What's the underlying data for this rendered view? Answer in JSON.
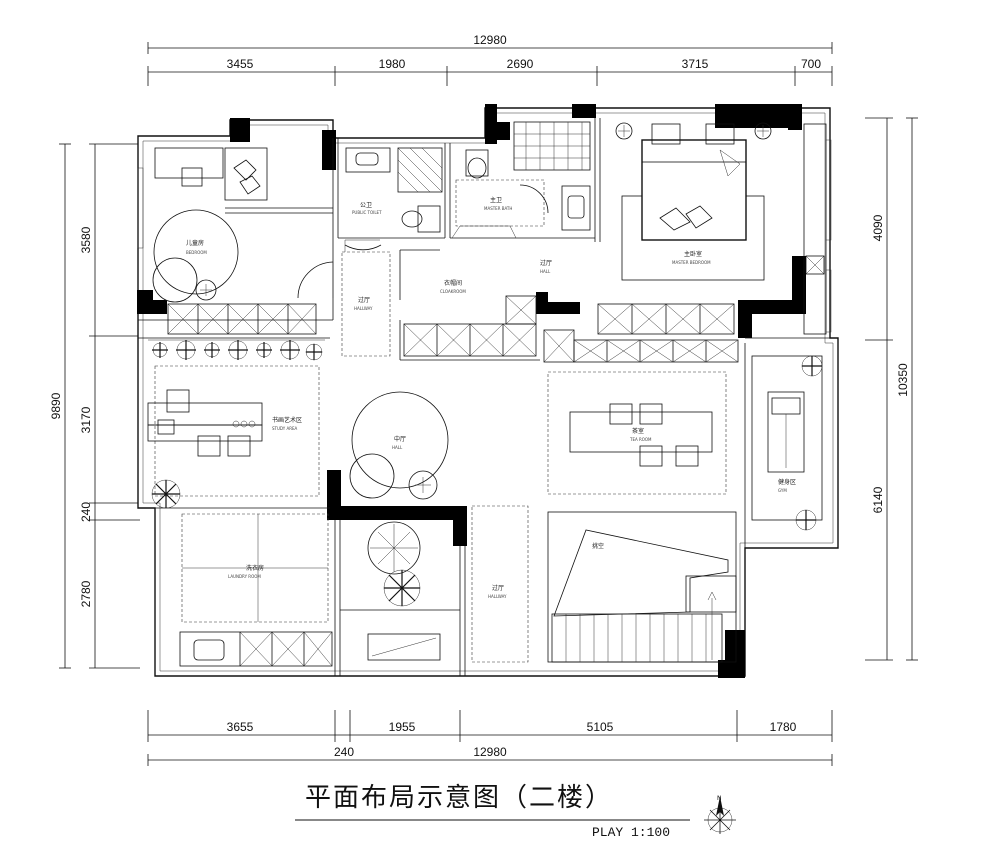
{
  "dimensions": {
    "top_total": "12980",
    "top_segments": [
      "3455",
      "1980",
      "2690",
      "3715",
      "700"
    ],
    "bottom_segments": [
      "3655",
      "1955",
      "5105",
      "1780"
    ],
    "bottom_extra": "240",
    "bottom_total": "12980",
    "left_total": "9890",
    "left_segments": [
      "3580",
      "3170",
      "240",
      "2780"
    ],
    "right_total": "10350",
    "right_segments": [
      "4090",
      "6140"
    ]
  },
  "rooms": {
    "kids_room": {
      "zh": "儿童房",
      "en": "BEDROOM"
    },
    "public_bath": {
      "zh": "公卫",
      "en": "PUBLIC TOILET"
    },
    "master_bath": {
      "zh": "主卫",
      "en": "MASTER BATH"
    },
    "master_bedroom": {
      "zh": "主卧室",
      "en": "MASTER BEDROOM"
    },
    "hall_1": {
      "zh": "过厅",
      "en": "HALL"
    },
    "hall_2": {
      "zh": "过厅",
      "en": "HALLWAY"
    },
    "hall_3": {
      "zh": "过厅",
      "en": "HALLWAY"
    },
    "cloakroom": {
      "zh": "衣帽间",
      "en": "CLOAKROOM"
    },
    "study": {
      "zh": "书画艺术区",
      "en": "STUDY AREA"
    },
    "middle_hall": {
      "zh": "中厅",
      "en": "HALL"
    },
    "tea": {
      "zh": "茶室",
      "en": "TEA ROOM"
    },
    "gym": {
      "zh": "健身区",
      "en": "GYM"
    },
    "laundry": {
      "zh": "洗衣房",
      "en": "LAUNDRY ROOM"
    },
    "void": {
      "zh": "挑空",
      "en": ""
    }
  },
  "title": "平面布局示意图（二楼）",
  "scale": "PLAY 1:100"
}
